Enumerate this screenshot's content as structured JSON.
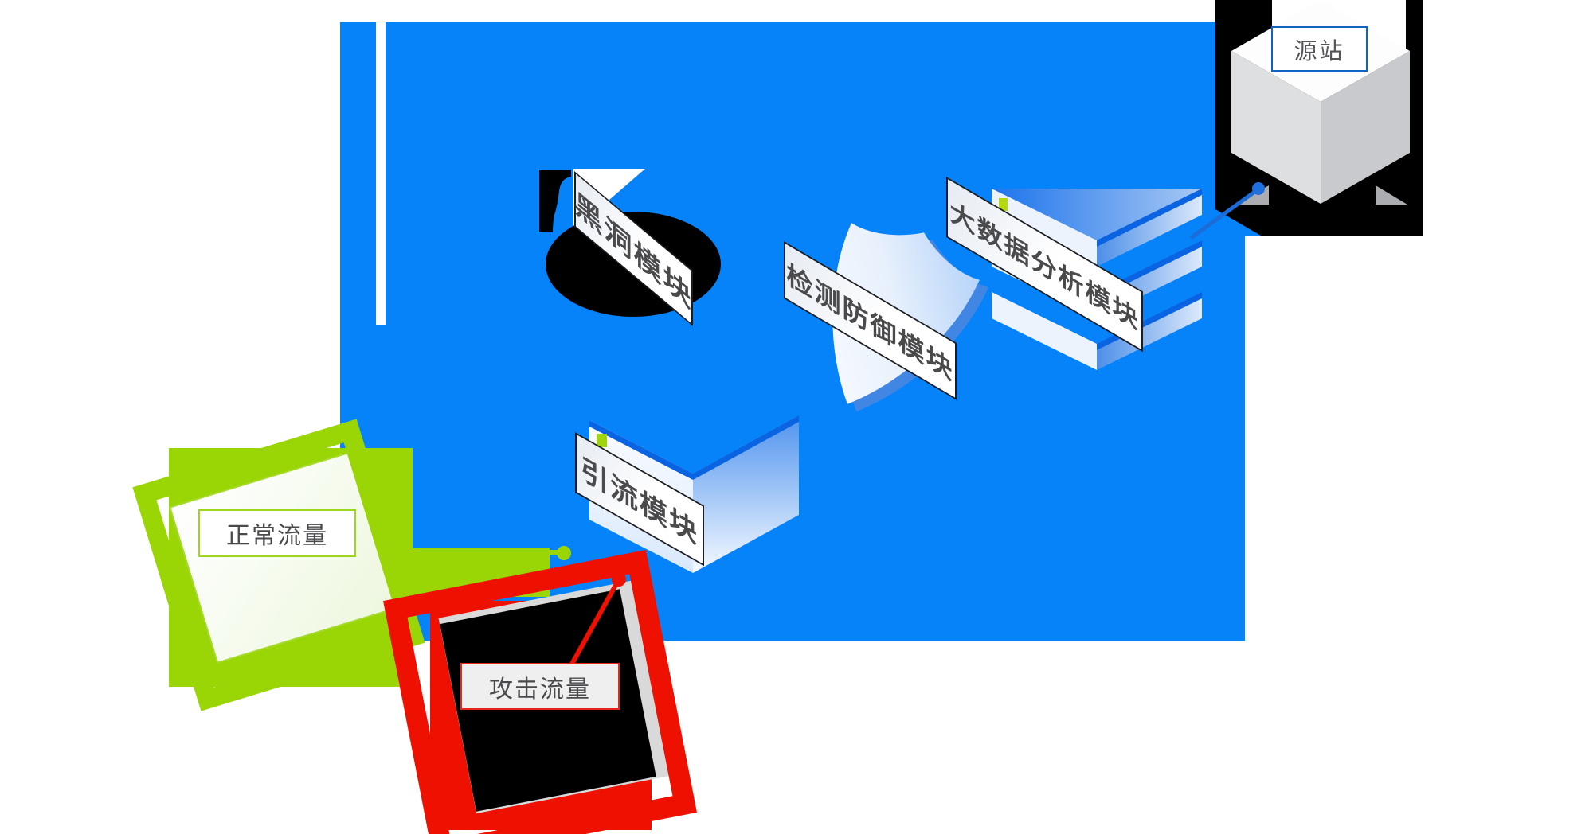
{
  "nodes": {
    "origin": {
      "label": "源站"
    },
    "blackhole": {
      "label": "黑洞模块"
    },
    "detection": {
      "label": "检测防御模块"
    },
    "bigdata": {
      "label": "大数据分析模块"
    },
    "diversion": {
      "label": "引流模块"
    },
    "normal_traffic": {
      "label": "正常流量"
    },
    "attack_traffic": {
      "label": "攻击流量"
    }
  },
  "colors": {
    "platform_blue": "#0783FA",
    "edge_blue": "#0A64E2",
    "normal_green": "#9AD606",
    "attack_red": "#EE1001",
    "connector_blue": "#1B6BD8",
    "label_text": "#4A4A4C",
    "origin_label_border": "#1063C2",
    "cube_left_gray": "#DEDFE1",
    "cube_right_gray": "#C8CACD"
  },
  "icons": {
    "black_hole": "black-hole-icon",
    "shield": "shield-icon",
    "server_stack": "server-stack-icon",
    "diversion_box": "diversion-box-icon",
    "origin_cube": "origin-cube-icon",
    "normal_card": "normal-traffic-card-icon",
    "attack_card": "attack-traffic-card-icon",
    "arrow": "arrowhead-icon"
  }
}
